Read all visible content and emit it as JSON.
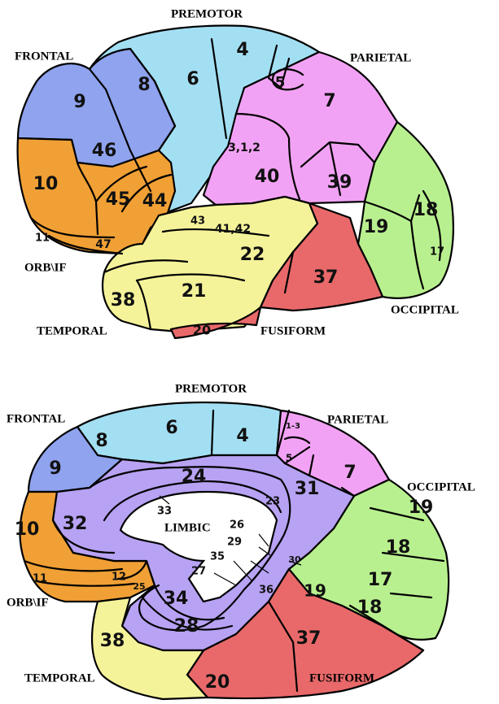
{
  "colors": {
    "blue": "#8fa3ef",
    "sky": "#a3dff3",
    "orange": "#f0a035",
    "pink": "#f2a2f4",
    "green": "#b9f08f",
    "yellow": "#f5f39a",
    "red": "#e9696a",
    "purple": "#b7a2f3",
    "outline": "#000000"
  },
  "lateral": {
    "regions": {
      "premotor": "PREMOTOR",
      "frontal": "FRONTAL",
      "parietal": "PARIETAL",
      "orb_if": "ORB\\IF",
      "occipital": "OCCIPITAL",
      "temporal": "TEMPORAL",
      "fusiform": "FUSIFORM"
    },
    "areas": {
      "a6": "6",
      "a4": "4",
      "a5": "5",
      "a7": "7",
      "a8": "8",
      "a9": "9",
      "a46": "46",
      "a10": "10",
      "a45": "45",
      "a44": "44",
      "a11": "11",
      "a47": "47",
      "a3_1_2": "3,1,2",
      "a40": "40",
      "a39": "39",
      "a43": "43",
      "a41_42": "41,42",
      "a22": "22",
      "a19": "19",
      "a18": "18",
      "a17": "17",
      "a21": "21",
      "a38": "38",
      "a37": "37",
      "a20": "20"
    }
  },
  "medial": {
    "regions": {
      "premotor": "PREMOTOR",
      "frontal": "FRONTAL",
      "parietal": "PARIETAL",
      "occipital": "OCCIPITAL",
      "limbic": "LIMBIC",
      "orb_if": "ORB\\IF",
      "temporal": "TEMPORAL",
      "fusiform": "FUSIFORM"
    },
    "areas": {
      "a6": "6",
      "a4": "4",
      "a1_3": "1-3",
      "a5": "5",
      "a7": "7",
      "a8": "8",
      "a9": "9",
      "a24": "24",
      "a31": "31",
      "a19a": "19",
      "a18a": "18",
      "a17": "17",
      "a19b": "19",
      "a18b": "18",
      "a10": "10",
      "a32": "32",
      "a33": "33",
      "a23": "23",
      "a26": "26",
      "a29": "29",
      "a30": "30",
      "a35": "35",
      "a27": "27",
      "a36": "36",
      "a11": "11",
      "a12": "12",
      "a25": "25",
      "a34": "34",
      "a28": "28",
      "a38": "38",
      "a37": "37",
      "a20": "20"
    }
  }
}
